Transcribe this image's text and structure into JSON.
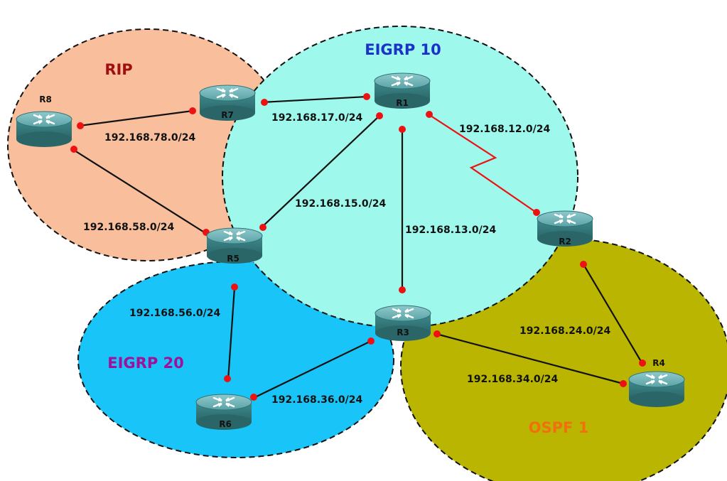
{
  "colors": {
    "rip": "#f9bf9c",
    "eigrp10": "#9ff8ec",
    "eigrp20": "#19c5f8",
    "ospf1": "#b9b500",
    "rip_label": "#a01010",
    "eigrp10_label": "#1a32c8",
    "eigrp20_label": "#a0109a",
    "ospf1_label": "#f07010",
    "serial_link": "#ee1111",
    "router_body": "#3e8a8c"
  },
  "areas": {
    "rip": "RIP",
    "eigrp10": "EIGRP 10",
    "eigrp20": "EIGRP 20",
    "ospf1": "OSPF 1"
  },
  "routers": {
    "r1": "R1",
    "r2": "R2",
    "r3": "R3",
    "r4": "R4",
    "r5": "R5",
    "r6": "R6",
    "r7": "R7",
    "r8": "R8"
  },
  "links": {
    "r7_r1": "192.168.17.0/24",
    "r8_r7": "192.168.78.0/24",
    "r1_r2": "192.168.12.0/24",
    "r1_r5": "192.168.15.0/24",
    "r1_r3": "192.168.13.0/24",
    "r8_r5": "192.168.58.0/24",
    "r5_r6": "192.168.56.0/24",
    "r2_r4": "192.168.24.0/24",
    "r3_r4": "192.168.34.0/24",
    "r6_r3": "192.168.36.0/24"
  },
  "icons": {
    "router": "router-icon"
  }
}
